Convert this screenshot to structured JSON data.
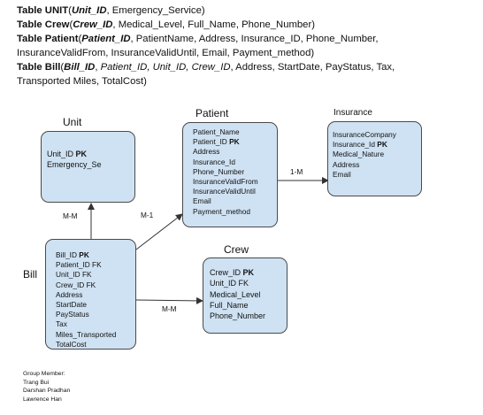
{
  "schema_lines": [
    {
      "parts": [
        {
          "t": "Table UNIT",
          "s": "b"
        },
        {
          "t": "(",
          "s": ""
        },
        {
          "t": "Unit_ID",
          "s": "bi"
        },
        {
          "t": ", Emergency_Service)",
          "s": ""
        }
      ]
    },
    {
      "parts": [
        {
          "t": "Table  Crew",
          "s": "b"
        },
        {
          "t": "(",
          "s": ""
        },
        {
          "t": "Crew_ID",
          "s": "bi"
        },
        {
          "t": ", Medical_Level, Full_Name, Phone_Number)",
          "s": ""
        }
      ]
    },
    {
      "parts": [
        {
          "t": "Table Patient",
          "s": "b"
        },
        {
          "t": "(",
          "s": ""
        },
        {
          "t": "Patient_ID",
          "s": "bi"
        },
        {
          "t": ", PatientName,  Address, Insurance_ID, Phone_Number,",
          "s": ""
        }
      ]
    },
    {
      "parts": [
        {
          "t": "InsuranceValidFrom, InsuranceValidUntil, Email, Payment_method)",
          "s": ""
        }
      ]
    },
    {
      "parts": [
        {
          "t": "Table Bill",
          "s": "b"
        },
        {
          "t": "(",
          "s": ""
        },
        {
          "t": "Bill_ID",
          "s": "bi"
        },
        {
          "t": ", ",
          "s": ""
        },
        {
          "t": "Patient_ID, Unit_ID, Crew_ID",
          "s": "i"
        },
        {
          "t": ", Address, StartDate, PayStatus, Tax,",
          "s": ""
        }
      ]
    },
    {
      "parts": [
        {
          "t": "Transported Miles, TotalCost)",
          "s": ""
        }
      ]
    }
  ],
  "entities": {
    "unit": {
      "title": "Unit",
      "fields": [
        {
          "name": "Unit_ID",
          "key": "PK"
        },
        {
          "name": "Emergency_Se",
          "key": ""
        }
      ]
    },
    "patient": {
      "title": "Patient",
      "fields": [
        {
          "name": "Patient_Name",
          "key": ""
        },
        {
          "name": "Patient_ID",
          "key": "PK"
        },
        {
          "name": "Address",
          "key": ""
        },
        {
          "name": "Insurance_Id",
          "key": ""
        },
        {
          "name": "Phone_Number",
          "key": ""
        },
        {
          "name": "InsuranceValidFrom",
          "key": ""
        },
        {
          "name": "InsuranceValidUntil",
          "key": ""
        },
        {
          "name": "Email",
          "key": ""
        },
        {
          "name": "Payment_method",
          "key": ""
        }
      ]
    },
    "insurance": {
      "title": "Insurance",
      "fields": [
        {
          "name": "InsuranceCompany",
          "key": ""
        },
        {
          "name": "Insurance_Id",
          "key": "PK"
        },
        {
          "name": "Medical_Nature",
          "key": ""
        },
        {
          "name": "Address",
          "key": ""
        },
        {
          "name": "Email",
          "key": ""
        }
      ]
    },
    "bill": {
      "title": "Bill",
      "fields": [
        {
          "name": "Bill_ID",
          "key": "PK"
        },
        {
          "name": "Patient_ID FK",
          "key": ""
        },
        {
          "name": "Unit_ID FK",
          "key": ""
        },
        {
          "name": "Crew_ID FK",
          "key": ""
        },
        {
          "name": "Address",
          "key": ""
        },
        {
          "name": "StartDate",
          "key": ""
        },
        {
          "name": "PayStatus",
          "key": ""
        },
        {
          "name": "Tax",
          "key": ""
        },
        {
          "name": "Miles_Transported",
          "key": ""
        },
        {
          "name": "TotalCost",
          "key": ""
        }
      ]
    },
    "crew": {
      "title": "Crew",
      "fields": [
        {
          "name": "Crew_ID",
          "key": "PK"
        },
        {
          "name": "Unit_ID FK",
          "key": ""
        },
        {
          "name": "Medical_Level",
          "key": ""
        },
        {
          "name": "Full_Name",
          "key": ""
        },
        {
          "name": "Phone_Number",
          "key": ""
        }
      ]
    }
  },
  "relationships": {
    "bill_unit": "M-M",
    "bill_patient": "M-1",
    "patient_insurance": "1-M",
    "bill_crew": "M-M"
  },
  "group": {
    "heading": "Group Member:",
    "members": [
      "Trang Bui",
      "Darshan Pradhan",
      "Lawrence Han"
    ]
  },
  "colors": {
    "box_fill": "#cfe2f3",
    "box_border": "#4a4a4a",
    "line": "#333333"
  }
}
